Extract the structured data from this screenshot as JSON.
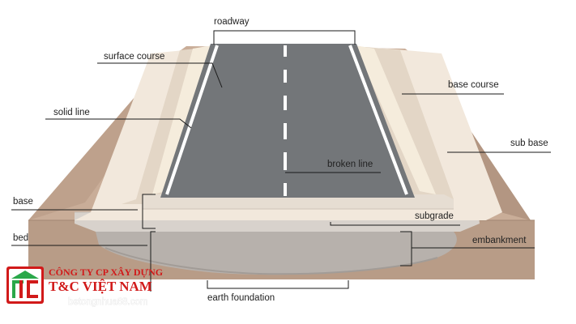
{
  "labels": {
    "roadway": "roadway",
    "surface_course": "surface course",
    "solid_line": "solid line",
    "base": "base",
    "bed": "bed",
    "base_course": "base course",
    "sub_base": "sub base",
    "broken_line": "broken line",
    "subgrade": "subgrade",
    "embankment": "embankment",
    "earth_foundation": "earth foundation"
  },
  "watermark": {
    "company_line1": "CÔNG TY CP XÂY DỰNG",
    "company_line2": "T&C VIỆT NAM",
    "website": "betongnhua68.com",
    "logo": "tc-building-logo"
  },
  "colors": {
    "asphalt": "#737679",
    "earth": "#b89c87",
    "earth_dark": "#a88c77",
    "bed_layer": "#d8d2cc",
    "base_course": "#e3d6c6",
    "sub_base": "#f2e8dc",
    "shoulder": "#f5ecdc",
    "foundation": "#b7b1ac",
    "watermark_red": "#d11a1a",
    "logo_green": "#2aa84a"
  }
}
